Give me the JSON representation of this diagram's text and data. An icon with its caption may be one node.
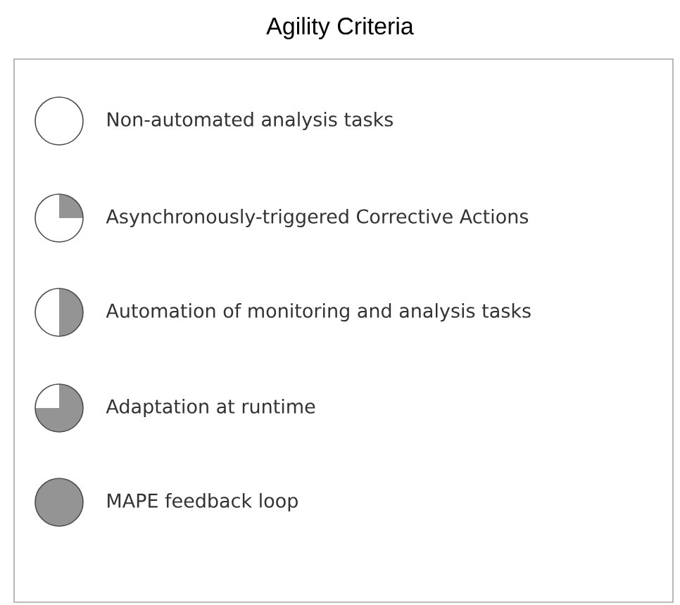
{
  "diagram": {
    "title": "Agility Criteria",
    "legend": [
      {
        "text": "Non-automated analysis tasks"
      },
      {
        "text": "Asynchronously-triggered Corrective Actions"
      },
      {
        "text": "Automation of monitoring and analysis tasks"
      },
      {
        "text": "Adaptation at runtime"
      },
      {
        "text": "MAPE feedback loop"
      }
    ]
  }
}
